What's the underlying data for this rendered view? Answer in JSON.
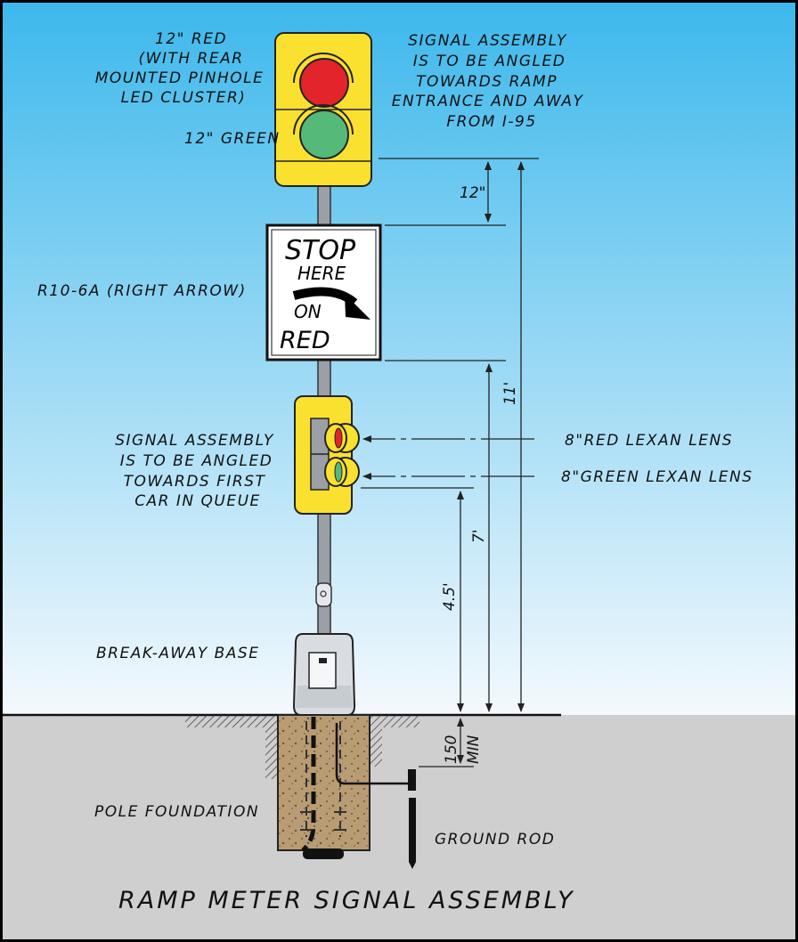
{
  "colors": {
    "sky_top": "#3db8ec",
    "sky_bottom": "#f4f9fd",
    "ground": "#cfcfcf",
    "signal_yellow": "#fbe12f",
    "red_lens": "#e3242b",
    "green_lens": "#55b97a",
    "soil": "#c8ac84",
    "foundation": "#b89c74"
  },
  "labels": {
    "top_signal_red": [
      "12\" RED",
      "(WITH REAR",
      "MOUNTED PINHOLE",
      "LED CLUSTER)"
    ],
    "top_signal_green": "12\" GREEN",
    "angle_note_top": [
      "SIGNAL ASSEMBLY",
      "IS TO BE ANGLED",
      "TOWARDS RAMP",
      "ENTRANCE AND AWAY",
      "FROM I-95"
    ],
    "sign_name": "R10-6A (RIGHT ARROW)",
    "angle_note_lower": [
      "SIGNAL ASSEMBLY",
      "IS TO BE ANGLED",
      "TOWARDS FIRST",
      "CAR IN QUEUE"
    ],
    "red_lens": "8\"RED LEXAN LENS",
    "green_lens": "8\"GREEN LEXAN LENS",
    "breakaway": "BREAK-AWAY BASE",
    "foundation": "POLE FOUNDATION",
    "ground_rod": "GROUND ROD",
    "title": "RAMP METER SIGNAL ASSEMBLY"
  },
  "sign": {
    "line1": "STOP",
    "line2": "HERE",
    "line3": "ON",
    "line4": "RED"
  },
  "dimensions": {
    "sign_gap": "12\"",
    "overall": "11'",
    "to_sign": "7'",
    "to_lower_signal": "4.5'",
    "depth": "150",
    "depth_unit": "MIN"
  },
  "icons": [
    "right-arrow-icon"
  ]
}
